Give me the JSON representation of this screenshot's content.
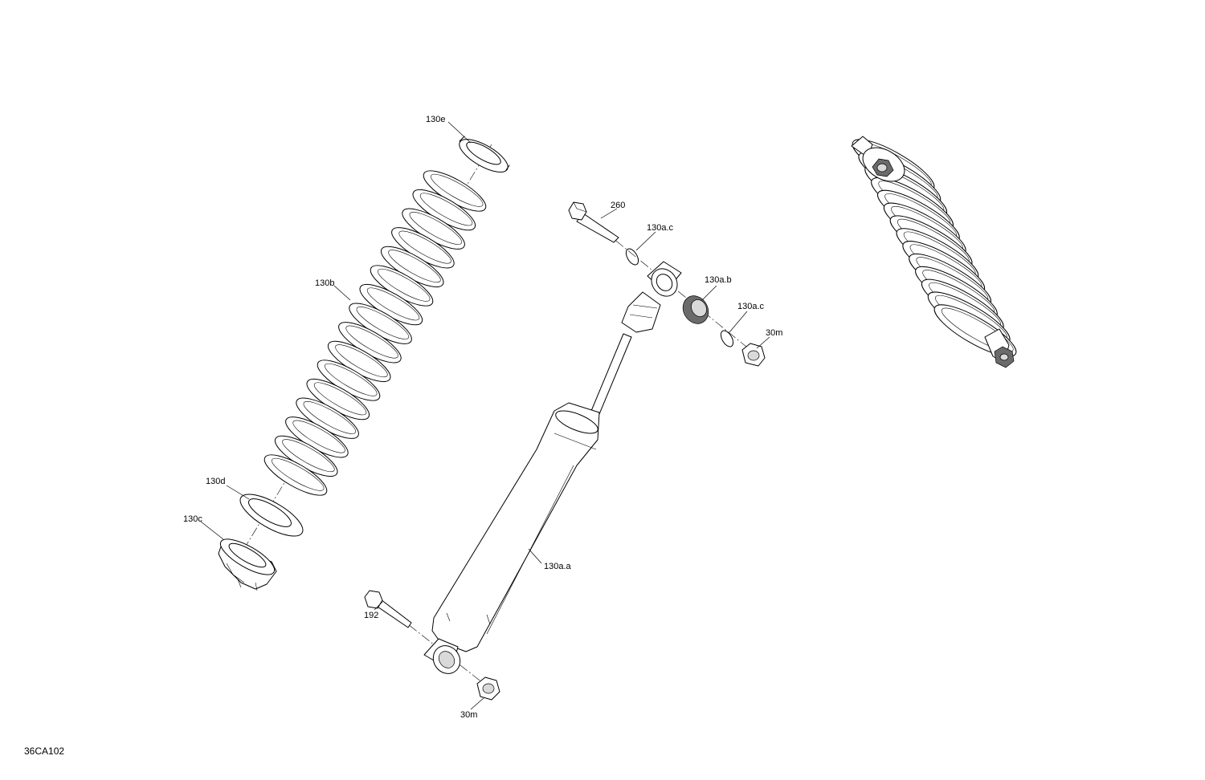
{
  "drawing_code": "36CA102",
  "labels": {
    "spring_seat_upper": "130e",
    "spring": "130b",
    "spring_seat_lower": "130d",
    "spring_retainer": "130c",
    "upper_bolt": "260",
    "retaining_ring_1": "130a.c",
    "bushing": "130a.b",
    "retaining_ring_2": "130a.c",
    "upper_nut": "30m",
    "shock_body": "130a.a",
    "lower_bolt": "192",
    "lower_nut": "30m"
  }
}
